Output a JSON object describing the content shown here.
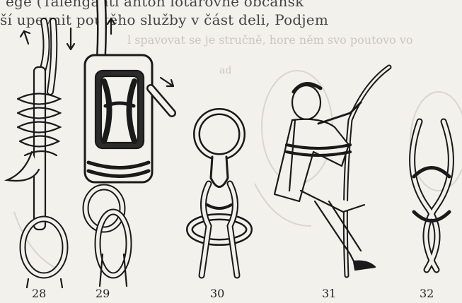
{
  "header": {
    "line1": "ege (Talenganti anton lotařovne občansk",
    "line2": "ší upevnit poutěho služby v část deli, Podjem",
    "ghost1": "l spavovat se je stručně, hore něm svo poutovo vo",
    "ghost2": "ad"
  },
  "figures": [
    {
      "number": "28",
      "icon": "hook-knot-icon"
    },
    {
      "number": "29",
      "icon": "block-knot-icon"
    },
    {
      "number": "30",
      "icon": "ring-knot-icon"
    },
    {
      "number": "31",
      "icon": "man-climbing-rope-icon"
    },
    {
      "number": "32",
      "icon": "reef-knot-icon"
    }
  ],
  "colors": {
    "paper": "#f3f1ec",
    "ink": "#222222",
    "faded": "#c9c6bf"
  }
}
